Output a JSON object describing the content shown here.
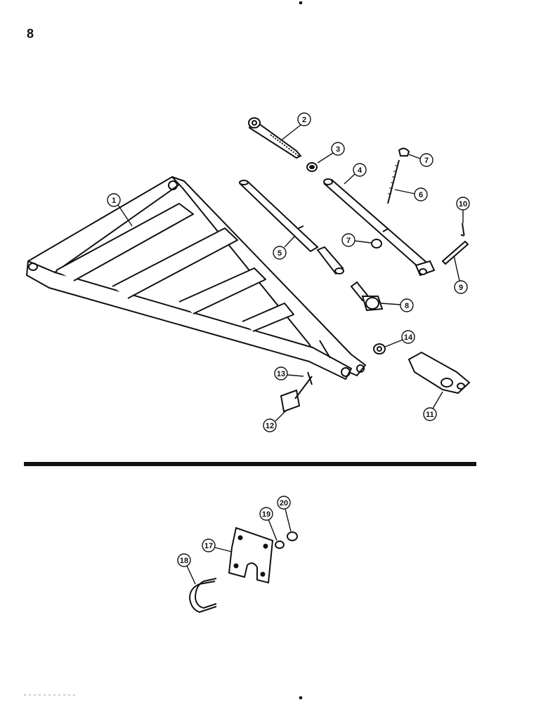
{
  "page_number": "8",
  "callouts": {
    "c1": "1",
    "c2": "2",
    "c3": "3",
    "c4": "4",
    "c5": "5",
    "c6": "6",
    "c7a": "7",
    "c7b": "7",
    "c8": "8",
    "c9": "9",
    "c10": "10",
    "c11": "11",
    "c12": "12",
    "c13": "13",
    "c14": "14",
    "c17": "17",
    "c18": "18",
    "c19": "19",
    "c20": "20"
  }
}
